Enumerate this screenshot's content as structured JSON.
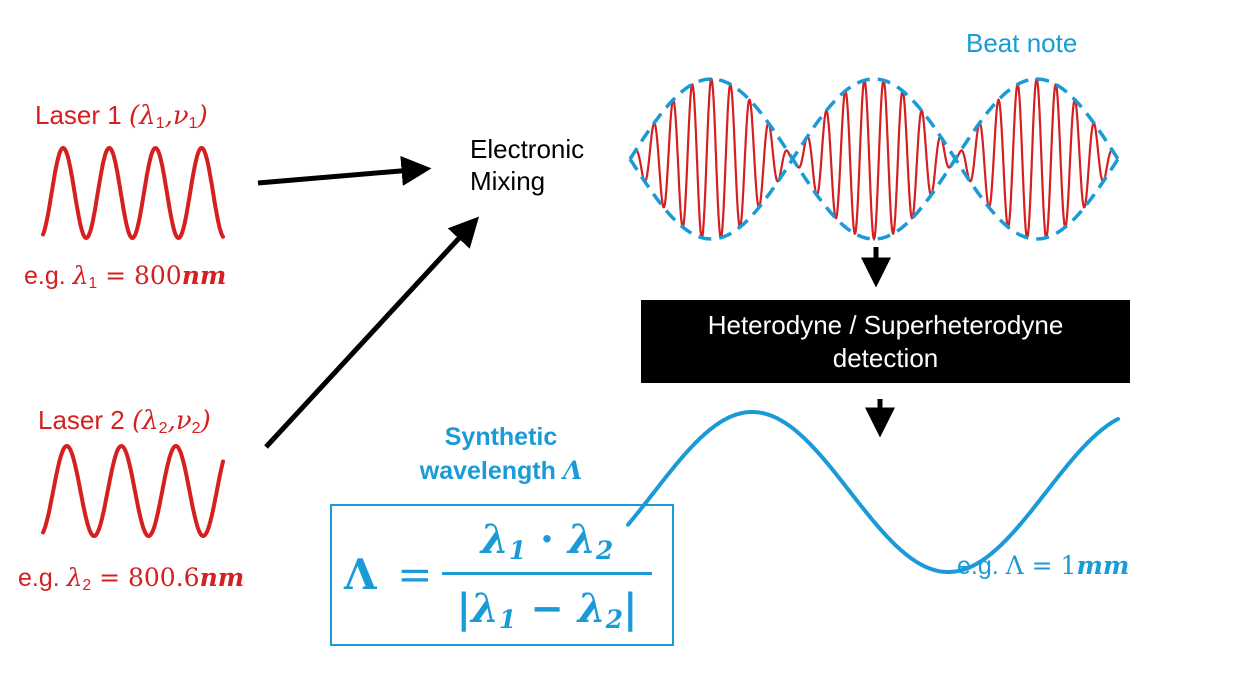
{
  "laser1": {
    "title_text": "Laser 1 ",
    "symbol_lambda": "λ",
    "sub_1": "1",
    "comma": ",",
    "symbol_nu": "ν",
    "sub_2": "1",
    "example_prefix": "e.g. ",
    "example_lambda": "λ",
    "example_sub": "1",
    "example_eq": " = 800",
    "example_unit": "nm"
  },
  "laser2": {
    "title_text": "Laser 2 ",
    "symbol_lambda": "λ",
    "sub_1": "2",
    "comma": ",",
    "symbol_nu": "ν",
    "sub_2": "2",
    "example_prefix": "e.g. ",
    "example_lambda": "λ",
    "example_sub": "2",
    "example_eq": " = 800.6",
    "example_unit": "nm"
  },
  "mixing": {
    "line1": "Electronic",
    "line2": "Mixing"
  },
  "beat_note": {
    "label": "Beat note"
  },
  "detection": {
    "line1": "Heterodyne / Superheterodyne",
    "line2": "detection"
  },
  "synthetic": {
    "line1": "Synthetic",
    "line2_text": "wavelength ",
    "line2_symbol": "Λ",
    "example_prefix": "e.g. ",
    "example_symbol": "Λ",
    "example_eq": " = 1",
    "example_unit": "mm"
  },
  "formula": {
    "lhs": "Λ",
    "eq": "=",
    "num_l1": "λ",
    "num_s1": "1",
    "num_dot": " · ",
    "num_l2": "λ",
    "num_s2": "2",
    "den_open": "|",
    "den_l1": "λ",
    "den_s1": "1",
    "den_minus": " − ",
    "den_l2": "λ",
    "den_s2": "2",
    "den_close": "|"
  },
  "colors": {
    "laser_red": "#d42020",
    "synthetic_blue": "#1a9bd7",
    "arrow_black": "#000000"
  },
  "icons": [
    "laser-1-wave-icon",
    "laser-2-wave-icon",
    "beat-note-carrier-icon",
    "beat-note-envelope-icon",
    "synthetic-wave-icon",
    "arrow-icon"
  ]
}
